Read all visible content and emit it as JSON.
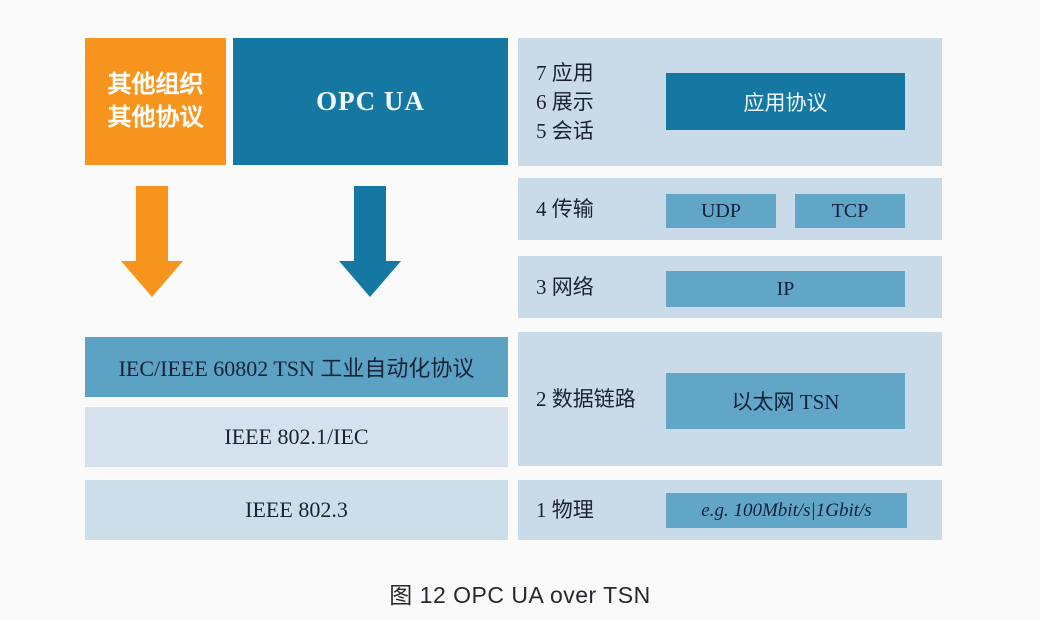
{
  "colors": {
    "orange": "#f7941e",
    "teal": "#1478a3",
    "panel_blue": "#c9dae9",
    "mid_blue": "#61a6c6",
    "light_blue_box": "#d5e1ed",
    "background": "#fbfafb",
    "dark_text": "#1b2233"
  },
  "left": {
    "other_box_label": "其他组织\n其他协议",
    "opcua_label": "OPC UA",
    "stack": [
      "IEC/IEEE 60802 TSN 工业自动化协议",
      "IEEE 802.1/IEC",
      "IEEE 802.3"
    ]
  },
  "right": {
    "panels": [
      {
        "labels": [
          "7  应用",
          "6  展示",
          "5  会话"
        ],
        "boxes": [
          "应用协议"
        ]
      },
      {
        "labels": [
          "4  传输"
        ],
        "boxes": [
          "UDP",
          "TCP"
        ]
      },
      {
        "labels": [
          "3  网络"
        ],
        "boxes": [
          "IP"
        ]
      },
      {
        "labels": [
          "2  数据链路"
        ],
        "boxes": [
          "以太网 TSN"
        ]
      },
      {
        "labels": [
          "1  物理"
        ],
        "boxes": [
          "e.g. 100Mbit/s|1Gbit/s"
        ]
      }
    ]
  },
  "caption": "图 12  OPC UA over TSN"
}
